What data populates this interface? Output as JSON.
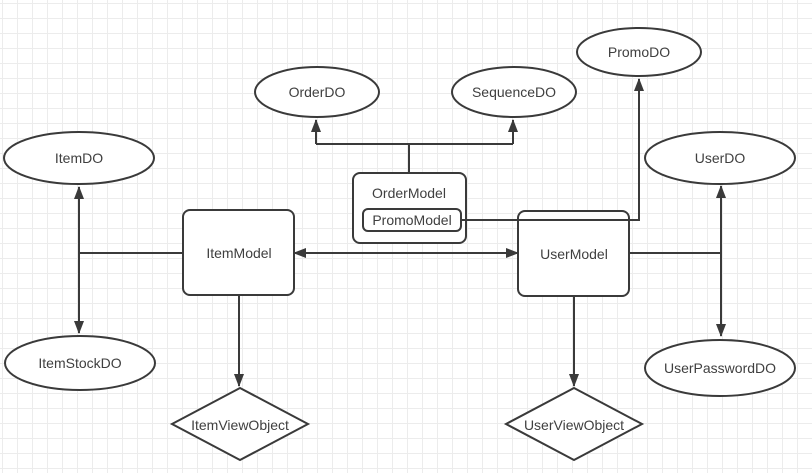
{
  "diagram": {
    "background_color": "#ffffff",
    "grid_color": "#ececec",
    "shape_stroke_color": "#3a3a3a",
    "shape_fill_color": "#ffffff",
    "label_color": "#3f3f3f",
    "nodes": {
      "item_do": "ItemDO",
      "order_do": "OrderDO",
      "sequence_do": "SequenceDO",
      "promo_do": "PromoDO",
      "user_do": "UserDO",
      "item_stock_do": "ItemStockDO",
      "user_password_do": "UserPasswordDO",
      "item_model": "ItemModel",
      "order_model": "OrderModel",
      "promo_model": "PromoModel",
      "user_model": "UserModel",
      "item_view_object": "ItemViewObject",
      "user_view_object": "UserViewObject"
    },
    "edges": [
      {
        "from": "ItemModel",
        "to": "ItemDO / ItemStockDO",
        "style": "double-arrow vertical with plain tee to ItemModel"
      },
      {
        "from": "ItemModel",
        "to": "UserModel",
        "style": "double-arrow horizontal"
      },
      {
        "from": "ItemModel",
        "to": "ItemViewObject",
        "style": "arrow down"
      },
      {
        "from": "UserModel",
        "to": "UserViewObject",
        "style": "arrow down"
      },
      {
        "from": "UserModel",
        "to": "UserDO / UserPasswordDO",
        "style": "double-arrow vertical with plain tee to UserModel"
      },
      {
        "from": "OrderModel",
        "to": "OrderDO",
        "style": "arrow up via branch"
      },
      {
        "from": "OrderModel",
        "to": "SequenceDO",
        "style": "arrow up via branch"
      },
      {
        "from": "PromoModel",
        "to": "PromoDO",
        "style": "arrow up via elbow"
      }
    ]
  }
}
